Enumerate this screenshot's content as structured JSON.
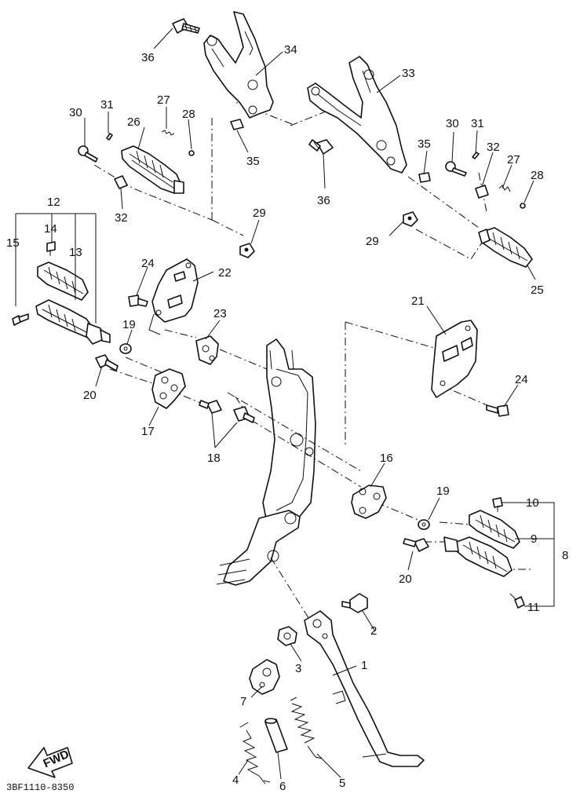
{
  "drawing_code": "3BF1110-8350",
  "fwd_label": "FWD",
  "callouts": [
    {
      "id": "c1",
      "text": "1"
    },
    {
      "id": "c2",
      "text": "2"
    },
    {
      "id": "c3",
      "text": "3"
    },
    {
      "id": "c4",
      "text": "4"
    },
    {
      "id": "c5",
      "text": "5"
    },
    {
      "id": "c6",
      "text": "6"
    },
    {
      "id": "c7",
      "text": "7"
    },
    {
      "id": "c8",
      "text": "8"
    },
    {
      "id": "c9",
      "text": "9"
    },
    {
      "id": "c10",
      "text": "10"
    },
    {
      "id": "c11",
      "text": "11"
    },
    {
      "id": "c12",
      "text": "12"
    },
    {
      "id": "c13",
      "text": "13"
    },
    {
      "id": "c14",
      "text": "14"
    },
    {
      "id": "c15",
      "text": "15"
    },
    {
      "id": "c16",
      "text": "16"
    },
    {
      "id": "c17",
      "text": "17"
    },
    {
      "id": "c18",
      "text": "18"
    },
    {
      "id": "c19a",
      "text": "19"
    },
    {
      "id": "c19b",
      "text": "19"
    },
    {
      "id": "c20a",
      "text": "20"
    },
    {
      "id": "c20b",
      "text": "20"
    },
    {
      "id": "c21",
      "text": "21"
    },
    {
      "id": "c22",
      "text": "22"
    },
    {
      "id": "c23",
      "text": "23"
    },
    {
      "id": "c24a",
      "text": "24"
    },
    {
      "id": "c24b",
      "text": "24"
    },
    {
      "id": "c25",
      "text": "25"
    },
    {
      "id": "c26",
      "text": "26"
    },
    {
      "id": "c27a",
      "text": "27"
    },
    {
      "id": "c27b",
      "text": "27"
    },
    {
      "id": "c28a",
      "text": "28"
    },
    {
      "id": "c28b",
      "text": "28"
    },
    {
      "id": "c29a",
      "text": "29"
    },
    {
      "id": "c29b",
      "text": "29"
    },
    {
      "id": "c30a",
      "text": "30"
    },
    {
      "id": "c30b",
      "text": "30"
    },
    {
      "id": "c31a",
      "text": "31"
    },
    {
      "id": "c31b",
      "text": "31"
    },
    {
      "id": "c32a",
      "text": "32"
    },
    {
      "id": "c32b",
      "text": "32"
    },
    {
      "id": "c33",
      "text": "33"
    },
    {
      "id": "c34",
      "text": "34"
    },
    {
      "id": "c35a",
      "text": "35"
    },
    {
      "id": "c35b",
      "text": "35"
    },
    {
      "id": "c36a",
      "text": "36"
    },
    {
      "id": "c36b",
      "text": "36"
    }
  ]
}
